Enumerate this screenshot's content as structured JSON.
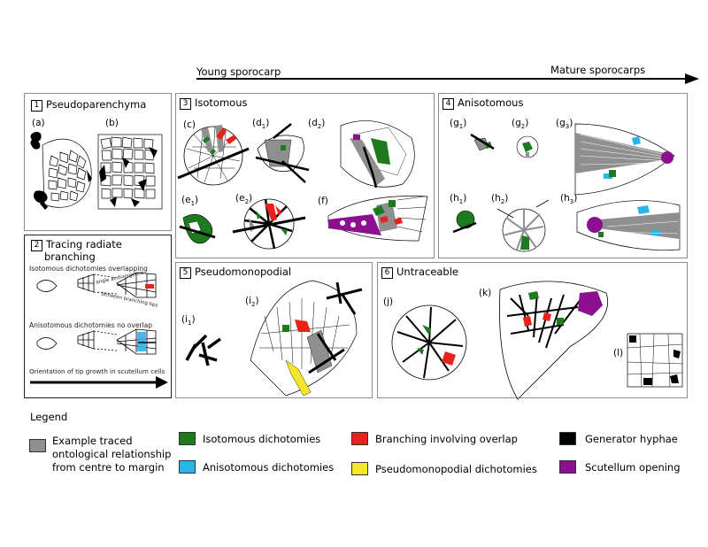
{
  "arrow": {
    "left_label": "Young sporocarp",
    "right_label": "Mature sporocarps"
  },
  "panels": {
    "p1": {
      "num": "1",
      "title": "Pseudoparenchyma",
      "labels": {
        "a": "(a)",
        "b": "(b)"
      }
    },
    "p2": {
      "num": "2",
      "title_line1": "Tracing radiate",
      "title_line2": "branching",
      "iso_caption": "Isotomous dichotomies overlapping",
      "small1": "angle at divergence",
      "small2": "between branching tips",
      "aniso_caption": "Anisotomous dichotomies no overlap",
      "orientation_caption": "Orientation of tip growth in scutellum cells"
    },
    "p3": {
      "num": "3",
      "title": "Isotomous",
      "labels": {
        "c": "(c)",
        "d1": "(d",
        "d1s": "1",
        "d2": "(d",
        "d2s": "2",
        "e1": "(e",
        "e1s": "1",
        "e2": "(e",
        "e2s": "2",
        "f": "(f)"
      }
    },
    "p4": {
      "num": "4",
      "title": "Anisotomous",
      "labels": {
        "g1": "(g",
        "g1s": "1",
        "g2": "(g",
        "g2s": "2",
        "g3": "(g",
        "g3s": "3",
        "h1": "(h",
        "h1s": "1",
        "h2": "(h",
        "h2s": "2",
        "h3": "(h",
        "h3s": "3"
      }
    },
    "p5": {
      "num": "5",
      "title": "Pseudomonopodial",
      "labels": {
        "i1": "(i",
        "i1s": "1",
        "i2": "(i",
        "i2s": "2"
      }
    },
    "p6": {
      "num": "6",
      "title": "Untraceable",
      "labels": {
        "j": "(j)",
        "k": "(k)",
        "l": "(l)"
      }
    }
  },
  "legend": {
    "title": "Legend",
    "items": [
      {
        "key": "grey",
        "color": "#8f8f8f",
        "line1": "Example traced",
        "line2": "ontological relationship",
        "line3": "from centre to margin"
      },
      {
        "key": "green",
        "color": "#1e7a1e",
        "line1": "Isotomous dichotomies"
      },
      {
        "key": "cyan",
        "color": "#29b5e8",
        "line1": "Anisotomous dichotomies"
      },
      {
        "key": "red",
        "color": "#e8231b",
        "line1": "Branching involving overlap"
      },
      {
        "key": "yellow",
        "color": "#f5e62a",
        "line1": "Pseudomonopodial dichotomies"
      },
      {
        "key": "black",
        "color": "#000000",
        "line1": "Generator hyphae"
      },
      {
        "key": "purple",
        "color": "#8b0f8f",
        "line1": "Scutellum opening"
      }
    ]
  }
}
